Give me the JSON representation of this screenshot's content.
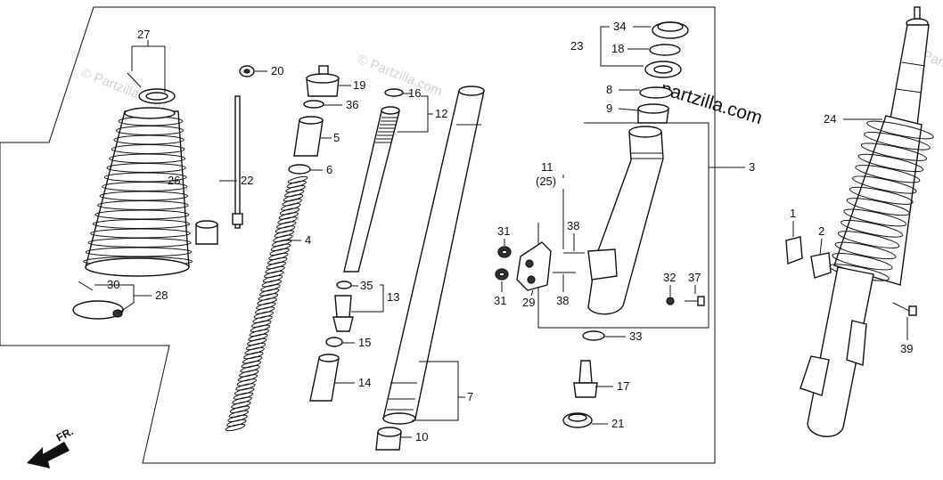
{
  "brand": "partzilla.com",
  "watermark": "© Partzilla.com",
  "direction_label": "FR.",
  "labels": {
    "p1": "1",
    "p2": "2",
    "p3": "3",
    "p4": "4",
    "p5": "5",
    "p6": "6",
    "p7": "7",
    "p8": "8",
    "p9": "9",
    "p10": "10",
    "p11": "11",
    "p11b": "(25)",
    "p12": "12",
    "p13": "13",
    "p14": "14",
    "p15": "15",
    "p16": "16",
    "p17": "17",
    "p18": "18",
    "p19": "19",
    "p20": "20",
    "p21": "21",
    "p22": "22",
    "p23": "23",
    "p24": "24",
    "p26": "26",
    "p27": "27",
    "p28": "28",
    "p29": "29",
    "p30": "30",
    "p31a": "31",
    "p31b": "31",
    "p32": "32",
    "p33": "33",
    "p34": "34",
    "p35": "35",
    "p36": "36",
    "p37": "37",
    "p38a": "38",
    "p38b": "38",
    "p39": "39"
  }
}
